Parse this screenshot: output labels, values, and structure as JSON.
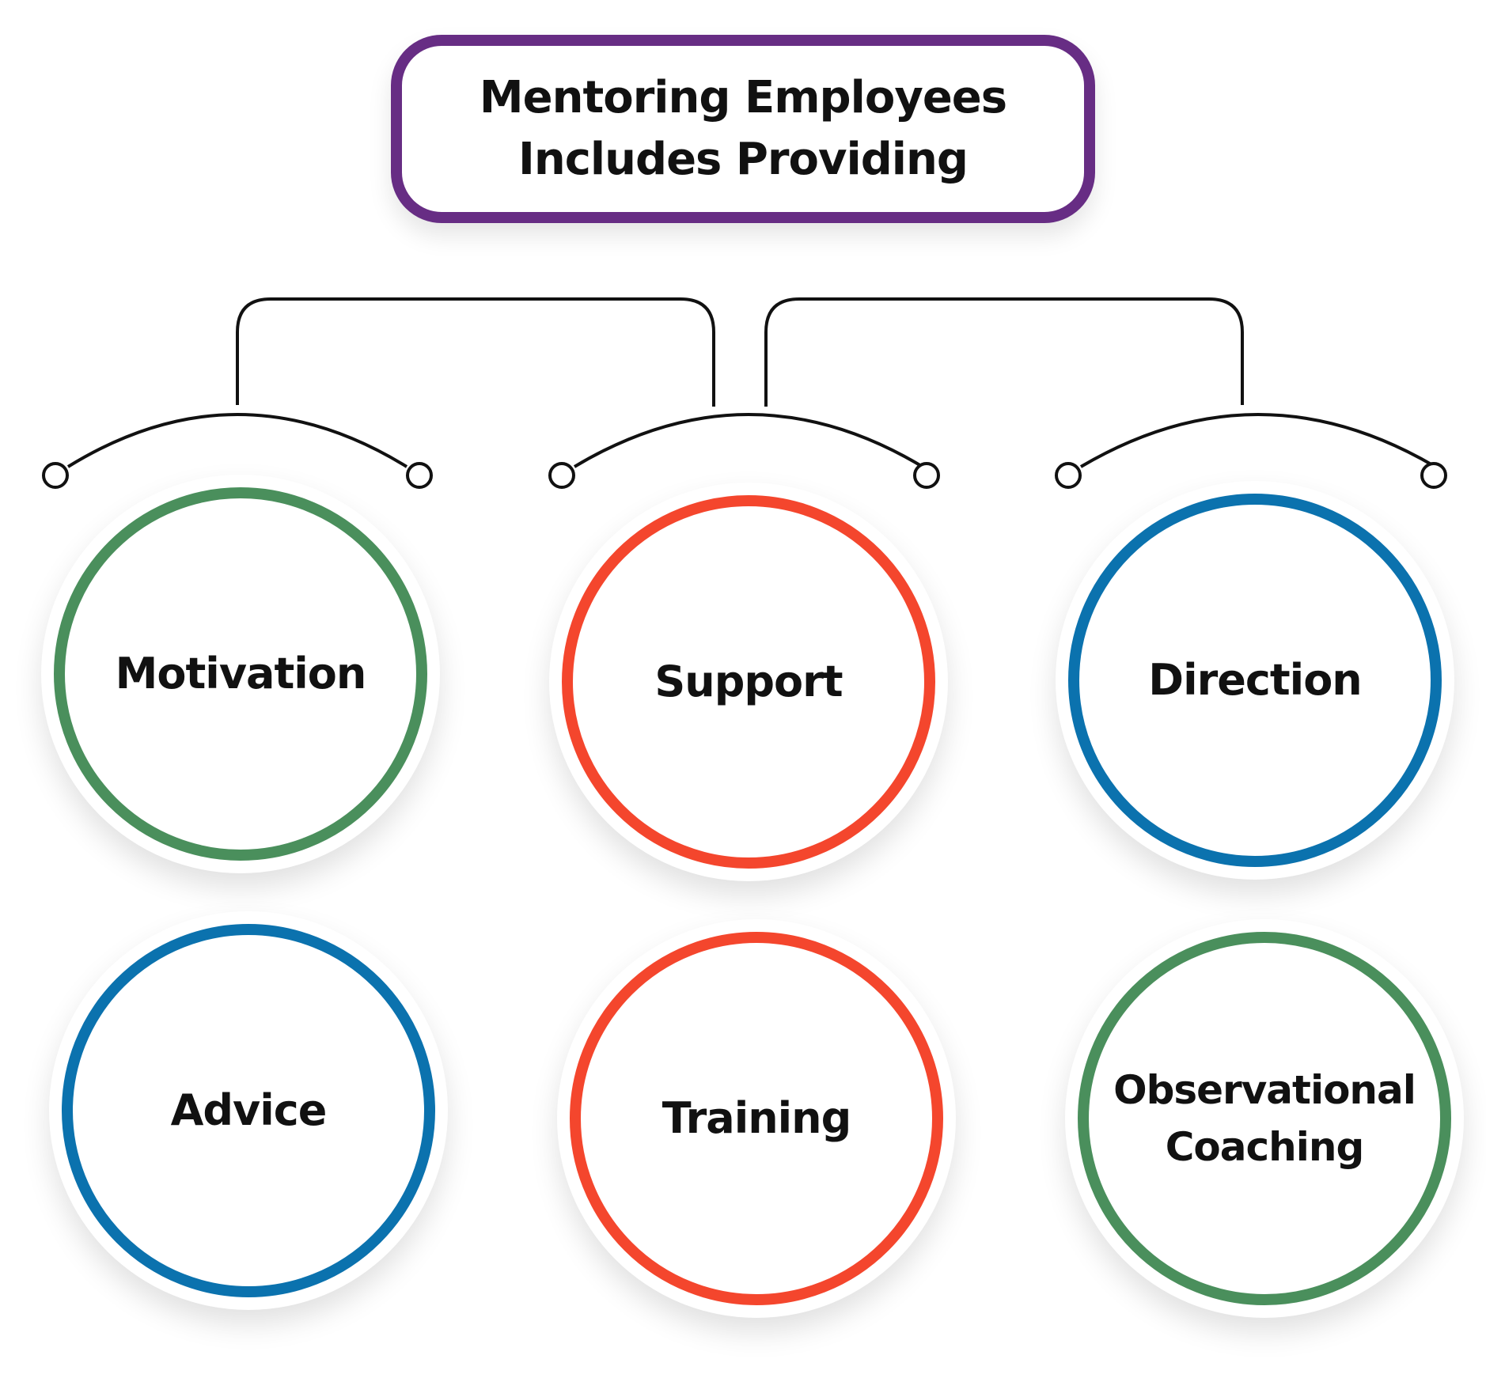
{
  "title": {
    "line1": "Mentoring Employees",
    "line2": "Includes Providing",
    "border_color": "#672d84"
  },
  "nodes": [
    {
      "label_lines": [
        "Motivation"
      ],
      "color": "#4a8f5c"
    },
    {
      "label_lines": [
        "Support"
      ],
      "color": "#f4462d"
    },
    {
      "label_lines": [
        "Direction"
      ],
      "color": "#0b72ae"
    },
    {
      "label_lines": [
        "Advice"
      ],
      "color": "#0b72ae"
    },
    {
      "label_lines": [
        "Training"
      ],
      "color": "#f4462d"
    },
    {
      "label_lines": [
        "Observational",
        "Coaching"
      ],
      "color": "#4a8f5c"
    }
  ],
  "connector_color": "#111111"
}
